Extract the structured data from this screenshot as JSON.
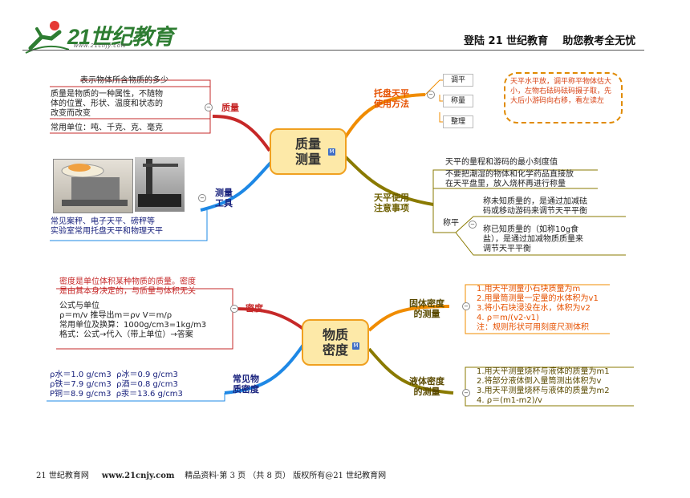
{
  "header": {
    "logo_text": "21世纪教育",
    "logo_url": "www.21cnjy.com",
    "slogan": "登陆 21 世纪教育    助您教考全无忧"
  },
  "mass": {
    "center": [
      "质量",
      "测量"
    ],
    "topic_mass": "质量",
    "mass_def": "表示物体所含物质的多少",
    "mass_attr": [
      "质量是物质的一种属性，不随物",
      "体的位置、形状、温度和状态的",
      "改变而改变"
    ],
    "mass_unit": "常用单位：吨、千克、克、毫克",
    "topic_tools": [
      "测量",
      "工具"
    ],
    "tools_text": [
      "常见案秤、电子天平、磅秤等",
      "实验室常用托盘天平和物理天平"
    ],
    "topic_method": [
      "托盘天平",
      "使用方法"
    ],
    "method_steps": [
      "调平",
      "称量",
      "整理"
    ],
    "method_cloud": "天平水平放，调平称平物体估大小，左物右砝码砝码摄子取，先大后小游码向右移，看左读左",
    "topic_notes": [
      "天平使用",
      "注意事项"
    ],
    "note1": "天平的量程和游码的最小刻度值",
    "note2": [
      "不要把潮湿的物体和化学药品直接放",
      "在天平盘里，放入烧杯再进行称量"
    ],
    "note_weigh_label": "称平",
    "note3": [
      "称未知质量的，是通过加减砝",
      "码或移动游码来调节天平平衡"
    ],
    "note4": [
      "称已知质量的（如称10g食",
      "盐），是通过加减物质质量来",
      "调节天平平衡"
    ]
  },
  "density": {
    "center": [
      "物质",
      "密度"
    ],
    "topic_density": "密度",
    "density_def": [
      "密度是单位体积某种物质的质量。密度",
      "是由其本身决定的，与质量与体积无关"
    ],
    "formula_lines": [
      "公式与单位",
      "ρ＝m/v    推导出m＝ρv   V＝m/ρ",
      "常用单位及换算：1000g/cm3=1kg/m3",
      "格式：公式→代入（带上单位）→答案"
    ],
    "topic_common": [
      "常见物",
      "质密度"
    ],
    "common_values": [
      [
        "ρ水＝1.0 g/cm3",
        "ρ冰＝0.9 g/cm3"
      ],
      [
        "ρ铁＝7.9 g/cm3",
        "ρ酒＝0.8 g/cm3"
      ],
      [
        "P铜＝8.9 g/cm3",
        "ρ汞＝13.6 g/cm3"
      ]
    ],
    "topic_solid": [
      "固体密度",
      "的测量"
    ],
    "solid_steps": [
      "1.用天平测量小石块质量为m",
      "2.用量筒测量一定量的水体积为v1",
      "3.将小石块浸没在水，体积为v2",
      "4. ρ＝m/(v2-v1)",
      "注：规则形状可用刻度尺测体积"
    ],
    "topic_liquid": [
      "液体密度",
      "的测量"
    ],
    "liquid_steps": [
      "1.用天平测量烧杯与液体的质量为m1",
      "2.将部分液体倒入量筒测出体积为v",
      "3.用天平测量烧杯与液体的质量为m2",
      "4. ρ＝(m1-m2)/v"
    ]
  },
  "badge": "M",
  "footer": {
    "site": "21 世纪教育网",
    "url": "www.21cnjy.com",
    "rest": "精品资料·第 3 页  （共 8 页）  版权所有@21 世纪教育网"
  },
  "colors": {
    "red": "#c62828",
    "blue": "#1565c0",
    "orange": "#f08c00",
    "olive": "#8a7a00",
    "center_fill": "#fde9a8"
  }
}
